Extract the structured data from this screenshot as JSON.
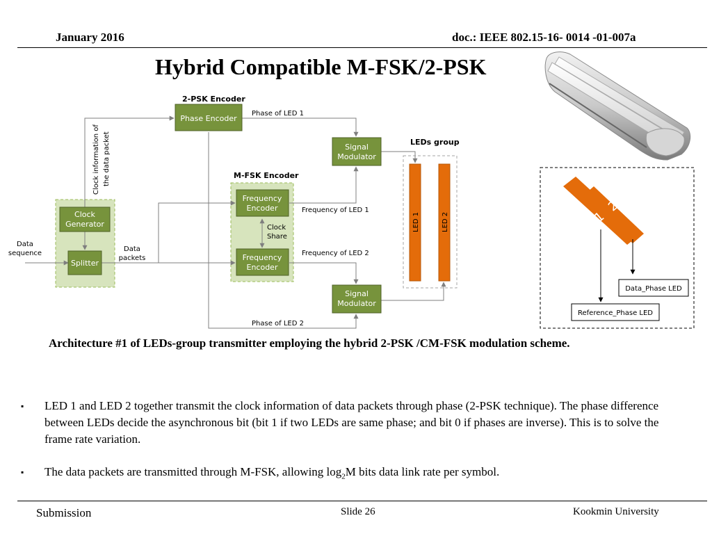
{
  "header": {
    "date": "January 2016",
    "doc": "doc.: IEEE 802.15-16- 0014 -01-007a"
  },
  "title": "Hybrid Compatible M-FSK/2-PSK",
  "diagram": {
    "psk_group_label": "2-PSK Encoder",
    "phase_encoder": "Phase Encoder",
    "phase_led1": "Phase of LED 1",
    "phase_led2": "Phase of LED 2",
    "clock_info_line1": "Clock information of",
    "clock_info_line2": "the data packet",
    "signal_modulator_line1": "Signal",
    "signal_modulator_line2": "Modulator",
    "leds_group_label": "LEDs group",
    "mfsk_group_label": "M-FSK Encoder",
    "freq_encoder_line1": "Frequency",
    "freq_encoder_line2": "Encoder",
    "freq_led1": "Frequency of LED 1",
    "freq_led2": "Frequency of LED 2",
    "clock_share_line1": "Clock",
    "clock_share_line2": "Share",
    "clock_generator_line1": "Clock",
    "clock_generator_line2": "Generator",
    "splitter": "Splitter",
    "data_sequence_line1": "Data",
    "data_sequence_line2": "sequence",
    "data_packets_line1": "Data",
    "data_packets_line2": "packets",
    "led1": "LED 1",
    "led2": "LED 2"
  },
  "inset": {
    "num1": "1",
    "num2": "2",
    "data_phase_led": "Data_Phase LED",
    "reference_phase_led": "Reference_Phase LED"
  },
  "caption": "Architecture #1 of LEDs-group transmitter employing the hybrid 2-PSK /CM-FSK modulation scheme.",
  "bullets": [
    {
      "marker": "▪",
      "text": "LED 1 and LED 2 together transmit the clock information of data packets through phase (2-PSK technique). The phase difference between LEDs decide the asynchronous bit (bit 1 if two LEDs are same phase; and bit 0 if phases are inverse). This is to solve the frame rate variation."
    },
    {
      "marker": "▪",
      "text_before": "The data packets are transmitted through M-FSK, allowing log",
      "text_sub": "2",
      "text_after": "M bits data link rate per symbol."
    }
  ],
  "footer": {
    "left": "Submission",
    "center": "Slide 26",
    "right": "Kookmin University"
  },
  "colors": {
    "block_green": "#77933c",
    "group_fill": "#d7e4bd",
    "led_orange": "#e46c0a",
    "arrow_gray": "#7f7f7f"
  }
}
